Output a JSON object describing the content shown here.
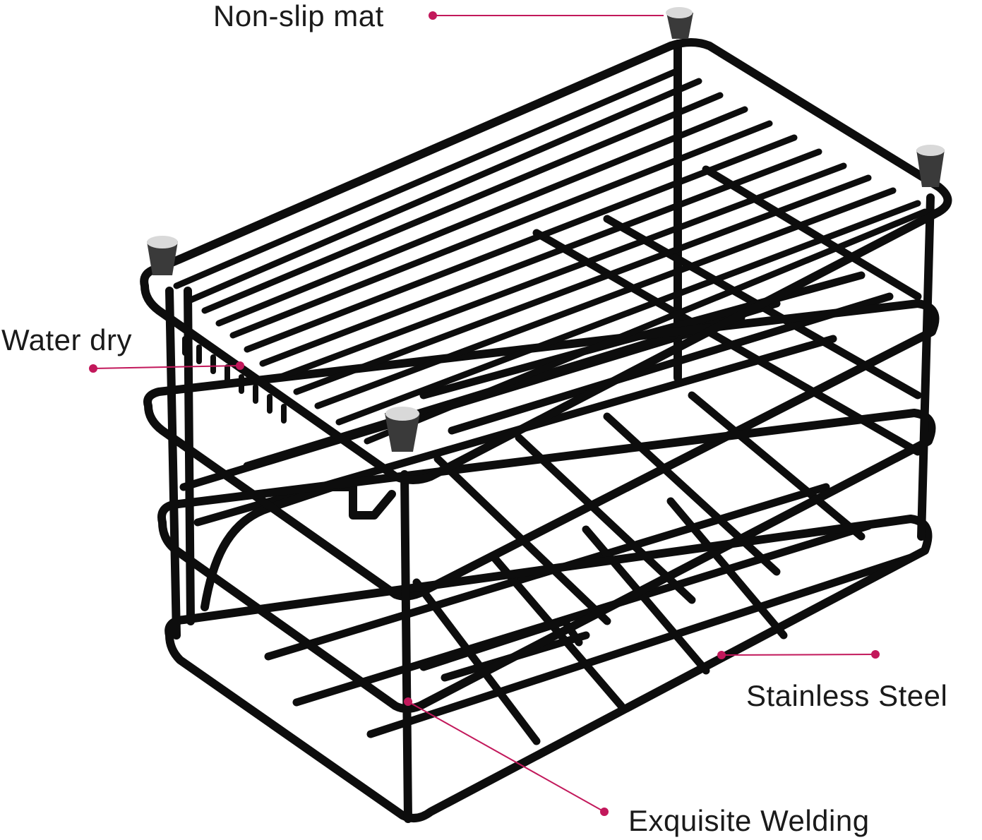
{
  "colors": {
    "wire": "#0d0d0d",
    "leader": "#c2185b",
    "foot_cap": "#3a3a3a",
    "foot_highlight": "#d9d9d9",
    "background": "#ffffff"
  },
  "product_image": "black wire toothbrush holder rack",
  "callouts": [
    {
      "id": "non-slip-mat",
      "label": "Non-slip mat"
    },
    {
      "id": "water-dry",
      "label": "Water dry"
    },
    {
      "id": "stainless-steel",
      "label": "Stainless Steel"
    },
    {
      "id": "exquisite-welding",
      "label": "Exquisite Welding"
    }
  ]
}
